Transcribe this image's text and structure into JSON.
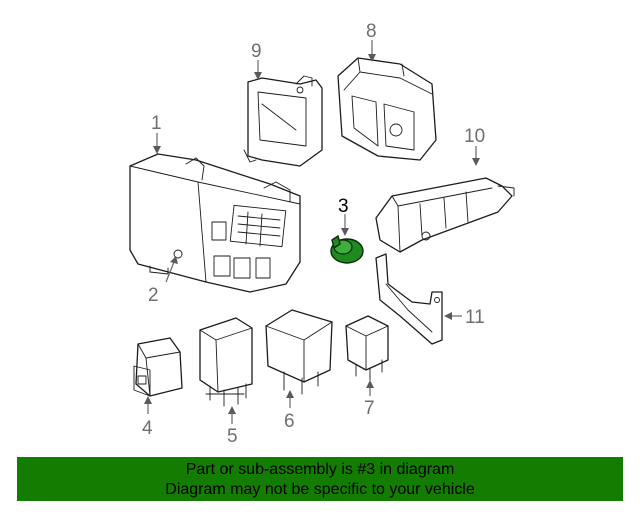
{
  "banner": {
    "line1": "Part or sub-assembly is #3 in diagram",
    "line2": "Diagram may not be specific to your vehicle",
    "background": "#127d00"
  },
  "callouts": [
    "1",
    "2",
    "3",
    "4",
    "5",
    "6",
    "7",
    "8",
    "9",
    "10",
    "11"
  ],
  "highlighted_part": "3",
  "highlight_color": "#1f8a1f"
}
